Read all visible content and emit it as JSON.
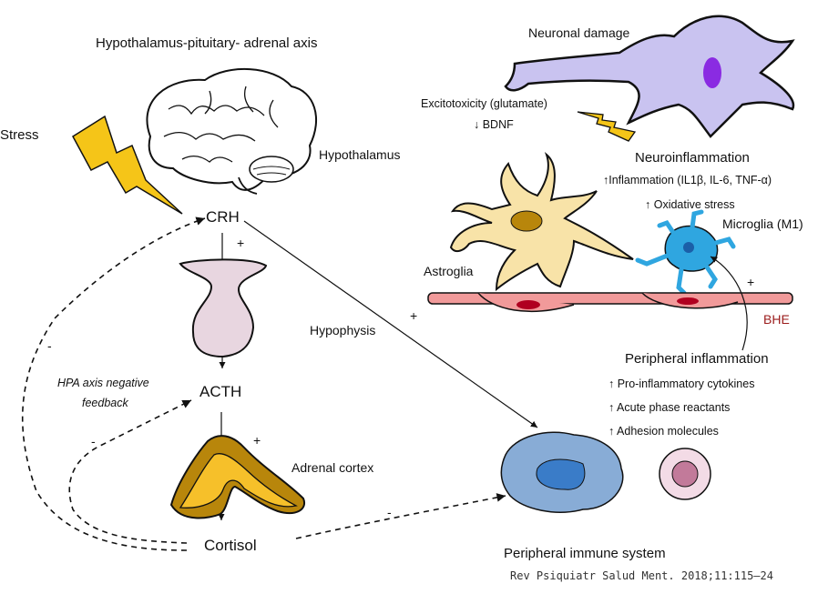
{
  "labels": {
    "title": "Hypothalamus-pituitary- adrenal axis",
    "stress": "Stress",
    "hypothalamus": "Hypothalamus",
    "crh": "CRH",
    "hypophysis": "Hypophysis",
    "acth": "ACTH",
    "adrenal_cortex": "Adrenal cortex",
    "cortisol": "Cortisol",
    "hpa_feedback_1": "HPA axis negative",
    "hpa_feedback_2": "feedback",
    "peripheral_immune": "Peripheral immune system",
    "neuronal_damage": "Neuronal damage",
    "excitotoxicity": "Excitotoxicity (glutamate)",
    "bdnf": "↓ BDNF",
    "neuroinflammation": "Neuroinflammation",
    "inflammation": "↑Inflammation (IL1β, IL-6, TNF-α)",
    "oxidative": "↑ Oxidative stress",
    "microglia": "Microglia (M1)",
    "astroglia": "Astroglia",
    "bhe": "BHE",
    "peripheral_inflammation": "Peripheral inflammation",
    "cytokines": "↑ Pro-inflammatory cytokines",
    "acute_phase": "↑ Acute phase reactants",
    "adhesion": "↑ Adhesion molecules",
    "plus": "+",
    "minus": "-",
    "citation": "Rev Psiquiatr Salud Ment. 2018;11:115–24"
  },
  "colors": {
    "lightning": "#f5c518",
    "pituitary": "#e8d6e0",
    "adrenal_outer": "#b8860b",
    "adrenal_inner": "#f6c02a",
    "neuron": "#c9c3f0",
    "neuron_nucleus": "#8a2be2",
    "astrocyte": "#f8e3a8",
    "astro_nucleus": "#b8860b",
    "microglia": "#2fa6e0",
    "vessel": "#f19a9a",
    "vessel_nucleus": "#b00020",
    "bhe_text": "#9b1b1b",
    "macrophage": "#88acd6",
    "lymphocyte_outer": "#f3dbe6",
    "lymphocyte_inner": "#c27a9a"
  }
}
